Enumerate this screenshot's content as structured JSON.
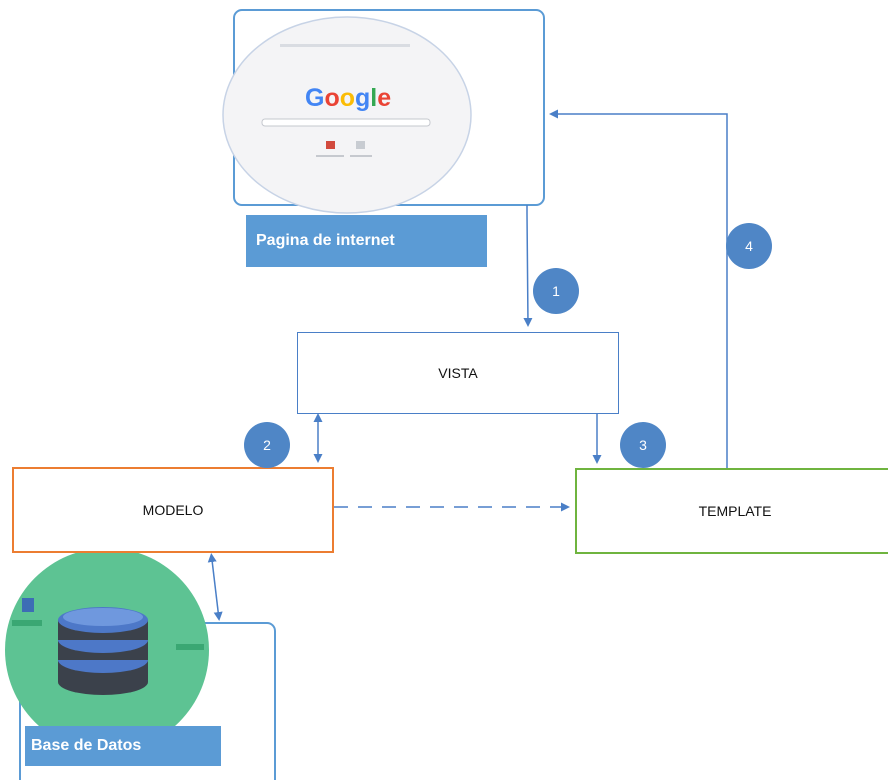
{
  "browser_mock": {
    "logo_text": "Google"
  },
  "labels": {
    "pagina": "Pagina de internet",
    "base_datos": "Base de Datos"
  },
  "boxes": {
    "vista": "VISTA",
    "modelo": "MODELO",
    "template": "TEMPLATE"
  },
  "steps": [
    "1",
    "2",
    "3",
    "4"
  ],
  "colors": {
    "connector": "#4a7fc7",
    "step_fill": "#4f86c6",
    "label_fill": "#5b9bd5",
    "modelo_border": "#ec7d31",
    "template_border": "#6fb43f",
    "database_green": "#5dc393"
  }
}
